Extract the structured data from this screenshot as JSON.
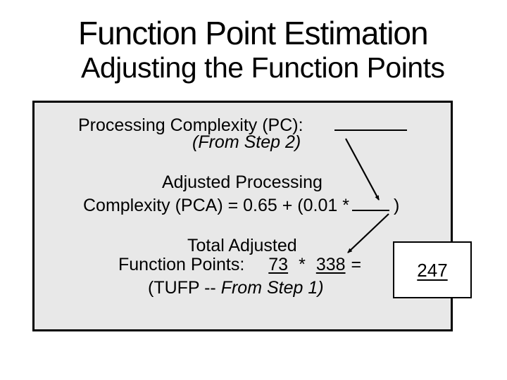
{
  "slide": {
    "title": "Function Point Estimation",
    "subtitle": "Adjusting the Function Points"
  },
  "panel": {
    "pc_label": "Processing Complexity (PC):",
    "pc_note": "(From Step 2)",
    "pca_line1": "Adjusted Processing",
    "pca_line2_prefix": "Complexity (PCA) = 0.65 + (0.01 *",
    "pca_line2_suffix": ")",
    "tafp_line1": "Total Adjusted",
    "tafp_label": "Function Points:",
    "tafp_value1": "73",
    "tafp_operator": "*",
    "tafp_value2": "338",
    "tafp_equals": "=",
    "tafp_note_regular": "(TUFP -- ",
    "tafp_note_italic": "From Step 1)"
  },
  "result": {
    "value": "247"
  },
  "colors": {
    "panel_fill": "#e8e8e8",
    "line_color": "#000000",
    "background": "#ffffff"
  }
}
